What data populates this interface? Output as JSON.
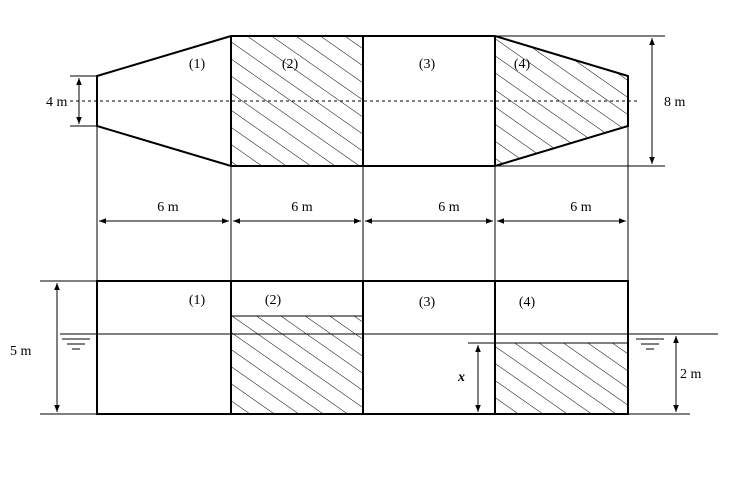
{
  "plan_view": {
    "section_labels": [
      "(1)",
      "(2)",
      "(3)",
      "(4)"
    ],
    "end_width_label": "4 m",
    "max_width_label": "8 m",
    "segment_length_labels": [
      "6 m",
      "6 m",
      "6 m",
      "6 m"
    ]
  },
  "elevation_view": {
    "section_labels": [
      "(1)",
      "(2)",
      "(3)",
      "(4)"
    ],
    "height_label": "5 m",
    "water_depth_label": "2 m",
    "unknown_label": "x"
  },
  "colors": {
    "line": "#000000",
    "background": "#ffffff"
  }
}
